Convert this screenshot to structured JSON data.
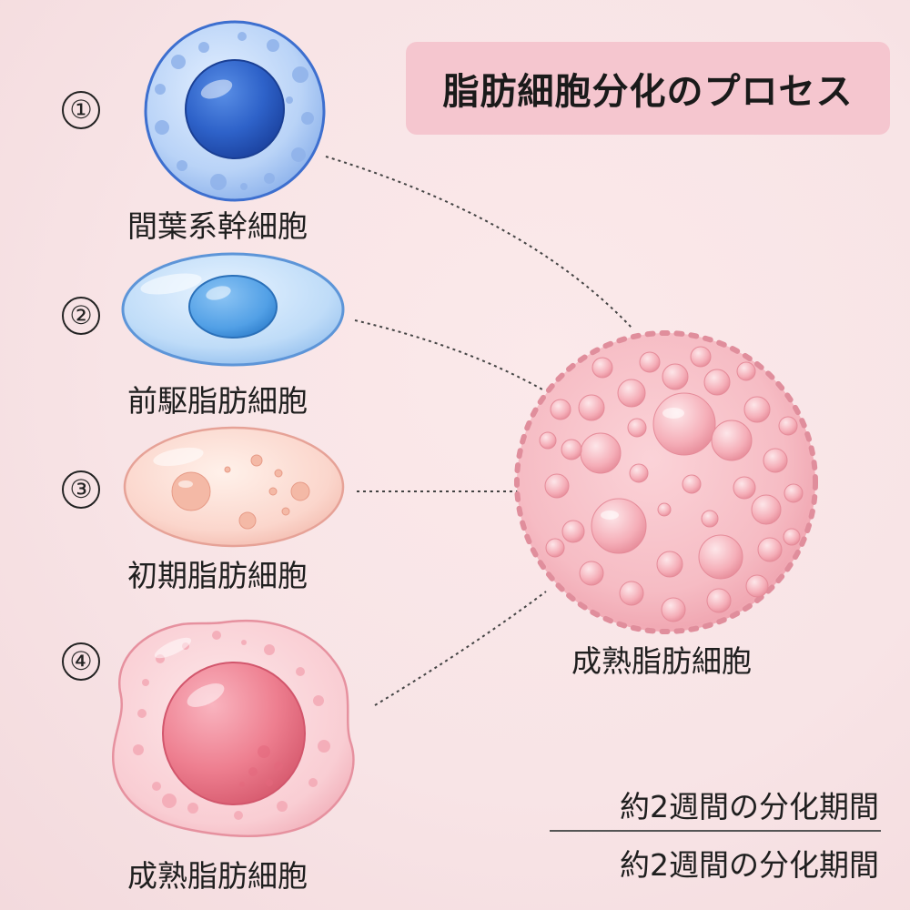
{
  "title": "脂肪細胞分化のプロセス",
  "stages": [
    {
      "number": "①",
      "label": "間葉系幹細胞"
    },
    {
      "number": "②",
      "label": "前駆脂肪細胞"
    },
    {
      "number": "③",
      "label": "初期脂肪細胞"
    },
    {
      "number": "④",
      "label": "成熟脂肪細胞"
    }
  ],
  "result": {
    "label": "成熟脂肪細胞"
  },
  "notes": [
    "約2週間の分化期間",
    "約2週間の分化期間"
  ]
}
